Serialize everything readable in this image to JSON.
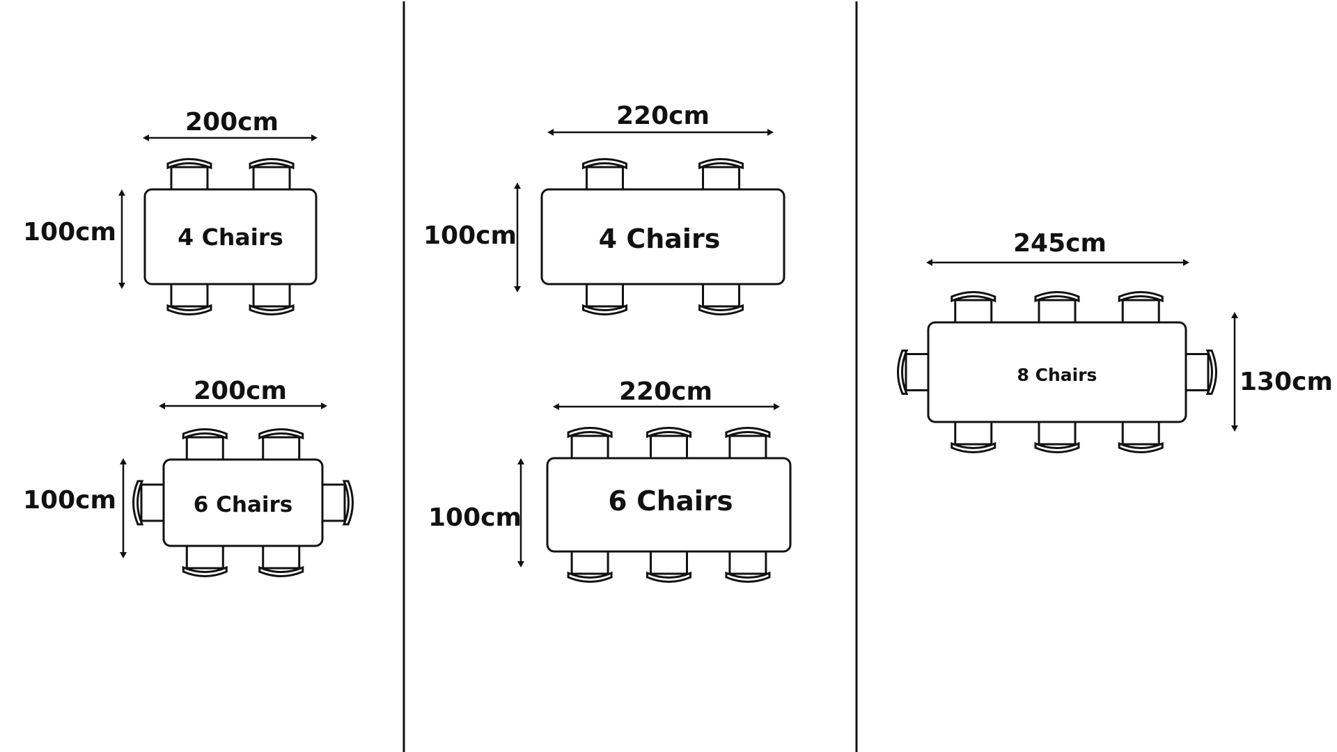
{
  "colors": {
    "ink": "#111111",
    "background": "#ffffff"
  },
  "layouts": [
    {
      "id": "p1-top",
      "width_label": "200cm",
      "depth_label": "100cm",
      "table_label": "4 Chairs",
      "chairs_long_side": 2,
      "end_chairs": false
    },
    {
      "id": "p1-bottom",
      "width_label": "200cm",
      "depth_label": "100cm",
      "table_label": "6 Chairs",
      "chairs_long_side": 2,
      "end_chairs": true
    },
    {
      "id": "p2-top",
      "width_label": "220cm",
      "depth_label": "100cm",
      "table_label": "4 Chairs",
      "chairs_long_side": 2,
      "end_chairs": false
    },
    {
      "id": "p2-bottom",
      "width_label": "220cm",
      "depth_label": "100cm",
      "table_label": "6 Chairs",
      "chairs_long_side": 3,
      "end_chairs": false
    },
    {
      "id": "p3",
      "width_label": "245cm",
      "depth_label": "130cm",
      "table_label": "8 Chairs",
      "chairs_long_side": 3,
      "end_chairs": true
    }
  ]
}
